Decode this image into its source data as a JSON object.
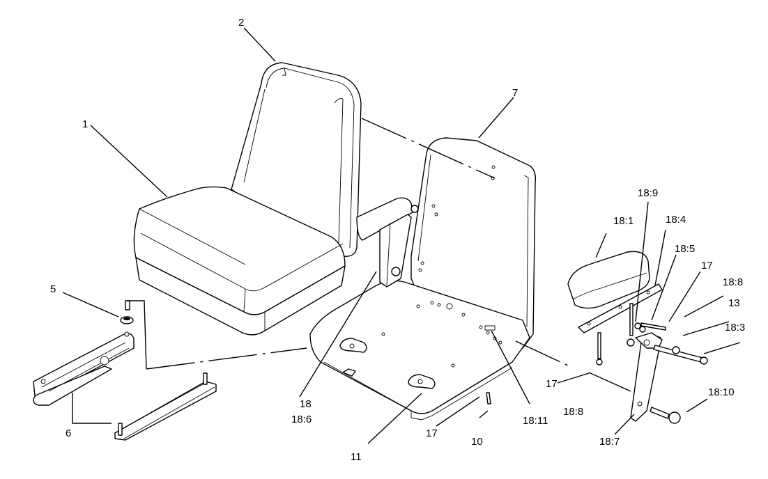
{
  "callouts": {
    "c1": "1",
    "c2": "2",
    "c5": "5",
    "c6": "6",
    "c7": "7",
    "c10": "10",
    "c11": "11",
    "c13": "13",
    "c17a": "17",
    "c17b": "17",
    "c17c": "17",
    "c18": "18",
    "c18_6": "18:6",
    "c18_1": "18:1",
    "c18_3": "18:3",
    "c18_4": "18:4",
    "c18_5": "18:5",
    "c18_7": "18:7",
    "c18_8a": "18:8",
    "c18_8b": "18:8",
    "c18_9": "18:9",
    "c18_10": "18:10",
    "c18_11": "18:11"
  },
  "colors": {
    "line": "#000000",
    "background": "#ffffff"
  }
}
